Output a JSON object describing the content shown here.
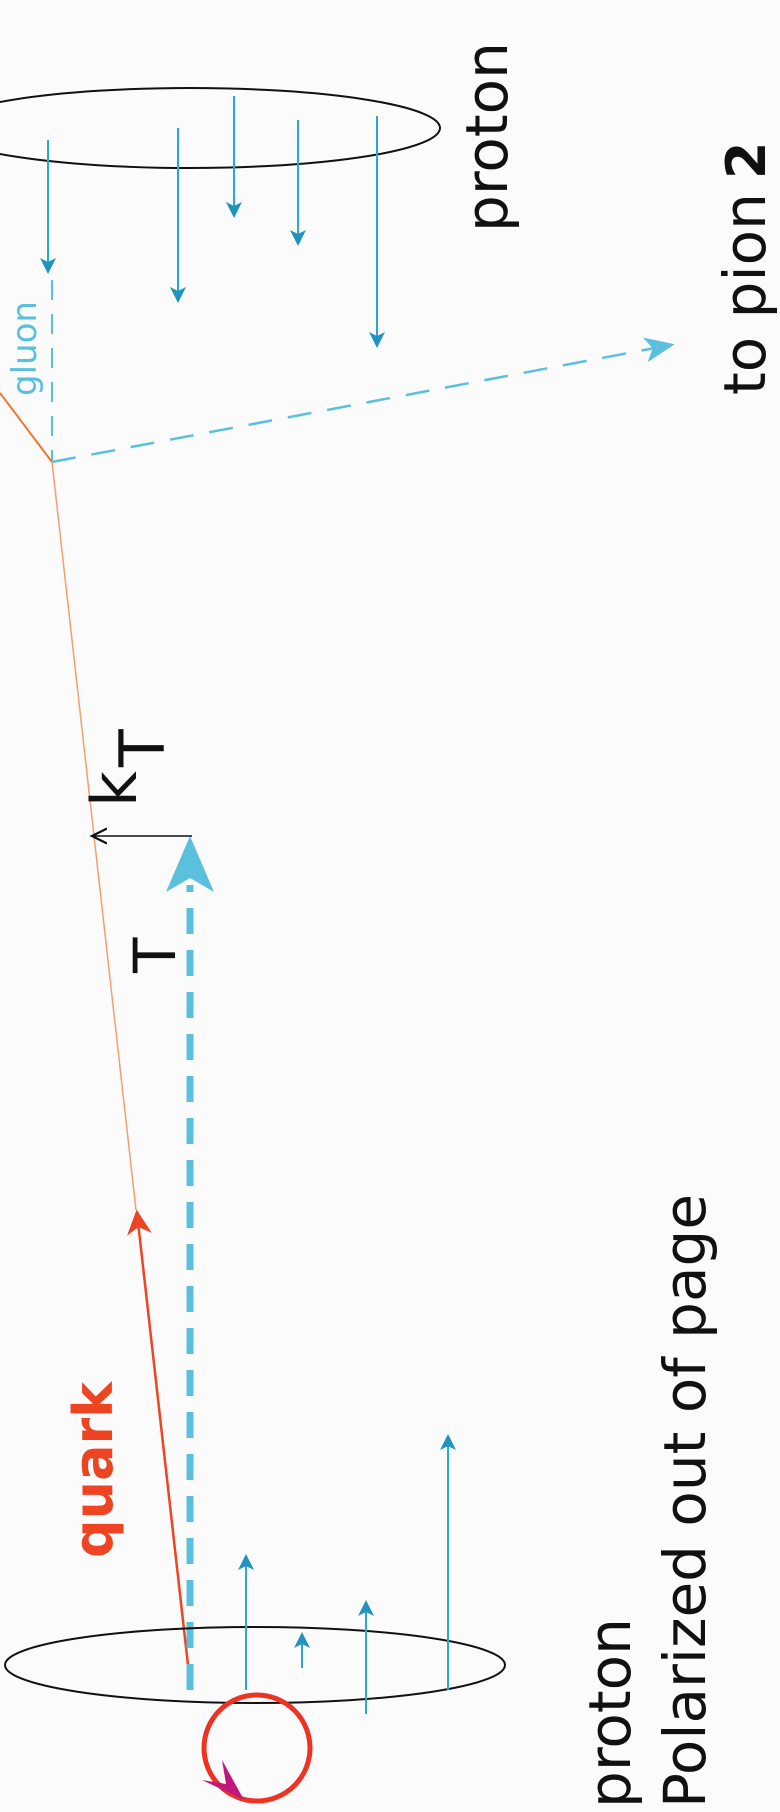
{
  "labels": {
    "proton_top": "proton",
    "to_pion": "to pion",
    "pion_number": "2",
    "kt_k": "k",
    "kt_t": "T",
    "t": "T",
    "quark": "quark",
    "proton_bottom": "proton",
    "polarized": "Polarized out of page",
    "gluon_partial": "gluon"
  },
  "colors": {
    "quark": "#ee4422",
    "beam": "#5bc0de",
    "field_arrow": "#2aa8d0",
    "spin": "#ee3322",
    "spin_head": "#c0187a",
    "ink": "#111111",
    "beam_orange": "#f2a070"
  }
}
